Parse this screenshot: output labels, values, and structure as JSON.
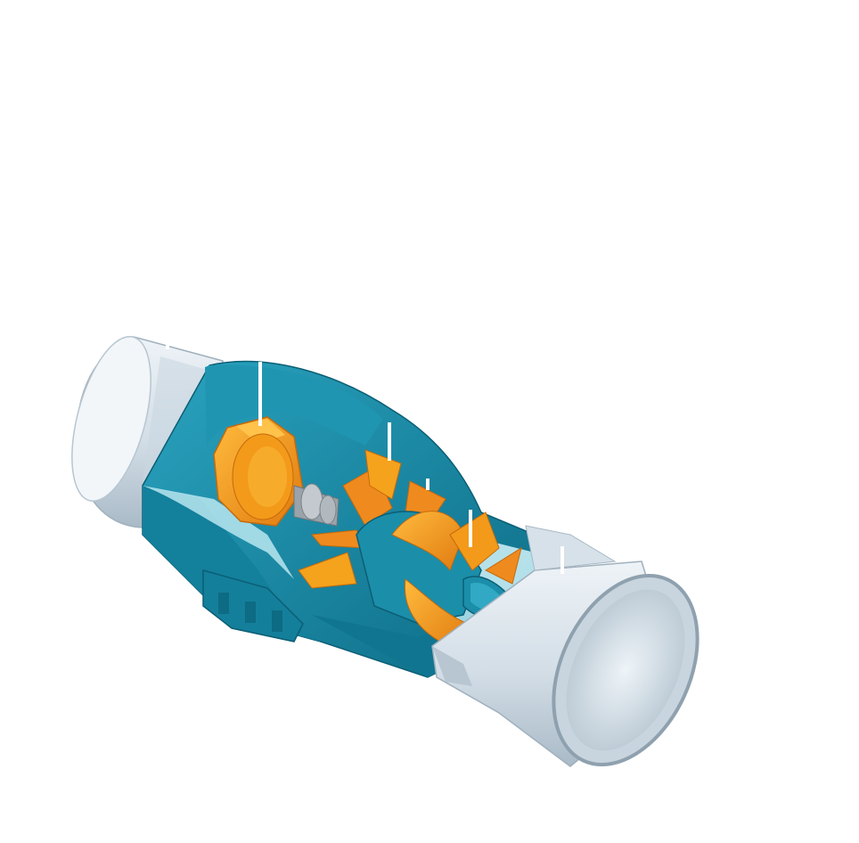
{
  "diagram": {
    "subject": "bulb-turbine-cutaway",
    "components": [
      {
        "id": "inlet-casing",
        "color": "#d3dfe8"
      },
      {
        "id": "bulb-housing",
        "color": "#1b8eaa"
      },
      {
        "id": "generator",
        "color": "#f5a21d"
      },
      {
        "id": "main-shaft",
        "color": "#9aa3aa"
      },
      {
        "id": "wicket-gate",
        "color": "#ef8a1e"
      },
      {
        "id": "runner",
        "color": "#f08c1c"
      },
      {
        "id": "runner-cone",
        "color": "#1b8eaa"
      },
      {
        "id": "draft-tube",
        "color": "#d9e4ec"
      },
      {
        "id": "support-pier",
        "color": "#1b8eaa"
      }
    ],
    "leader_lines": 6
  },
  "colors": {
    "background": "#ffffff",
    "teal": "#1b8eaa",
    "teal_dark": "#0e6f88",
    "orange": "#f5a21d",
    "orange_dark": "#e07f12",
    "casing": "#d3dfe8",
    "casing_shade": "#aebfcc",
    "water": "#b8e6f0"
  }
}
